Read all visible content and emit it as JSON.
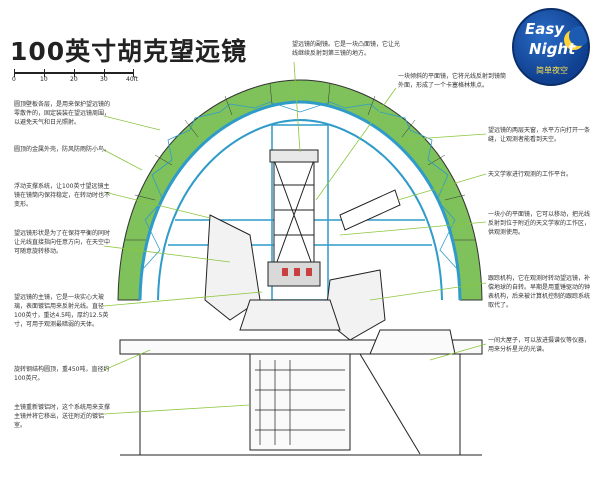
{
  "title": "100英寸胡克望远镜",
  "scale": {
    "labels": [
      "0",
      "10",
      "20",
      "30",
      "40ft"
    ]
  },
  "logo": {
    "line1": "Easy",
    "line2": "Night",
    "subtitle": "简单夜空"
  },
  "colors": {
    "dome": "#7fc15a",
    "structure": "#2f9bc9",
    "leader": "#8cc63f",
    "ink": "#333333"
  },
  "annotations_left": [
    "圆顶壁板各层，是用来保护望远镜的零散件的，固定装装在望远镜周围，以避免天气和日光照射。",
    "圆顶的金属外壳，防风防雨防小鸟。",
    "浮动支撑系统，让100英寸望远镜主镜在镜筒内保持稳定，在转动时也不变形。",
    "望远镜形状是为了在保持平衡的同时让光线直接指向任意方向，在天空中可随意旋转移动。",
    "望远镜的主镜，它是一块实心大玻璃，表面镀铝用来反射光线。直径100英寸，重达4.5吨，厚约12.5英寸，可用于观测最暗弱的天体。",
    "旋转钢结构圆顶，重450吨，直径约100英尺。",
    "主镜重新镀铝时，这个系统用来支撑主镜并将它移出，送往附近的镀铝室。"
  ],
  "annotations_right": [
    "望远镜的副镜。它是一块凸面镜，它让光线继续反射到第三镜的地方。",
    "一块倾斜的平面镜，它将光线反射到镜筒外面，形成了一个卡塞格林焦点。",
    "望远镜的两层天窗，水平方向打开一条缝，让观测者能看到天空。",
    "天文学家进行观测的工作平台。",
    "一块小的平面镜，它可以移动，把光线反射到位于附近的天文学家的工作区，供观测使用。",
    "跟踪机构，它在观测时转动望远镜，补偿地球的自转。早期是用重锤驱动的钟表机构，后来被计算机控制的跟踪系统取代了。",
    "一间大屋子，可以放进摄谱仪等仪器，用来分析星光的光谱。"
  ]
}
